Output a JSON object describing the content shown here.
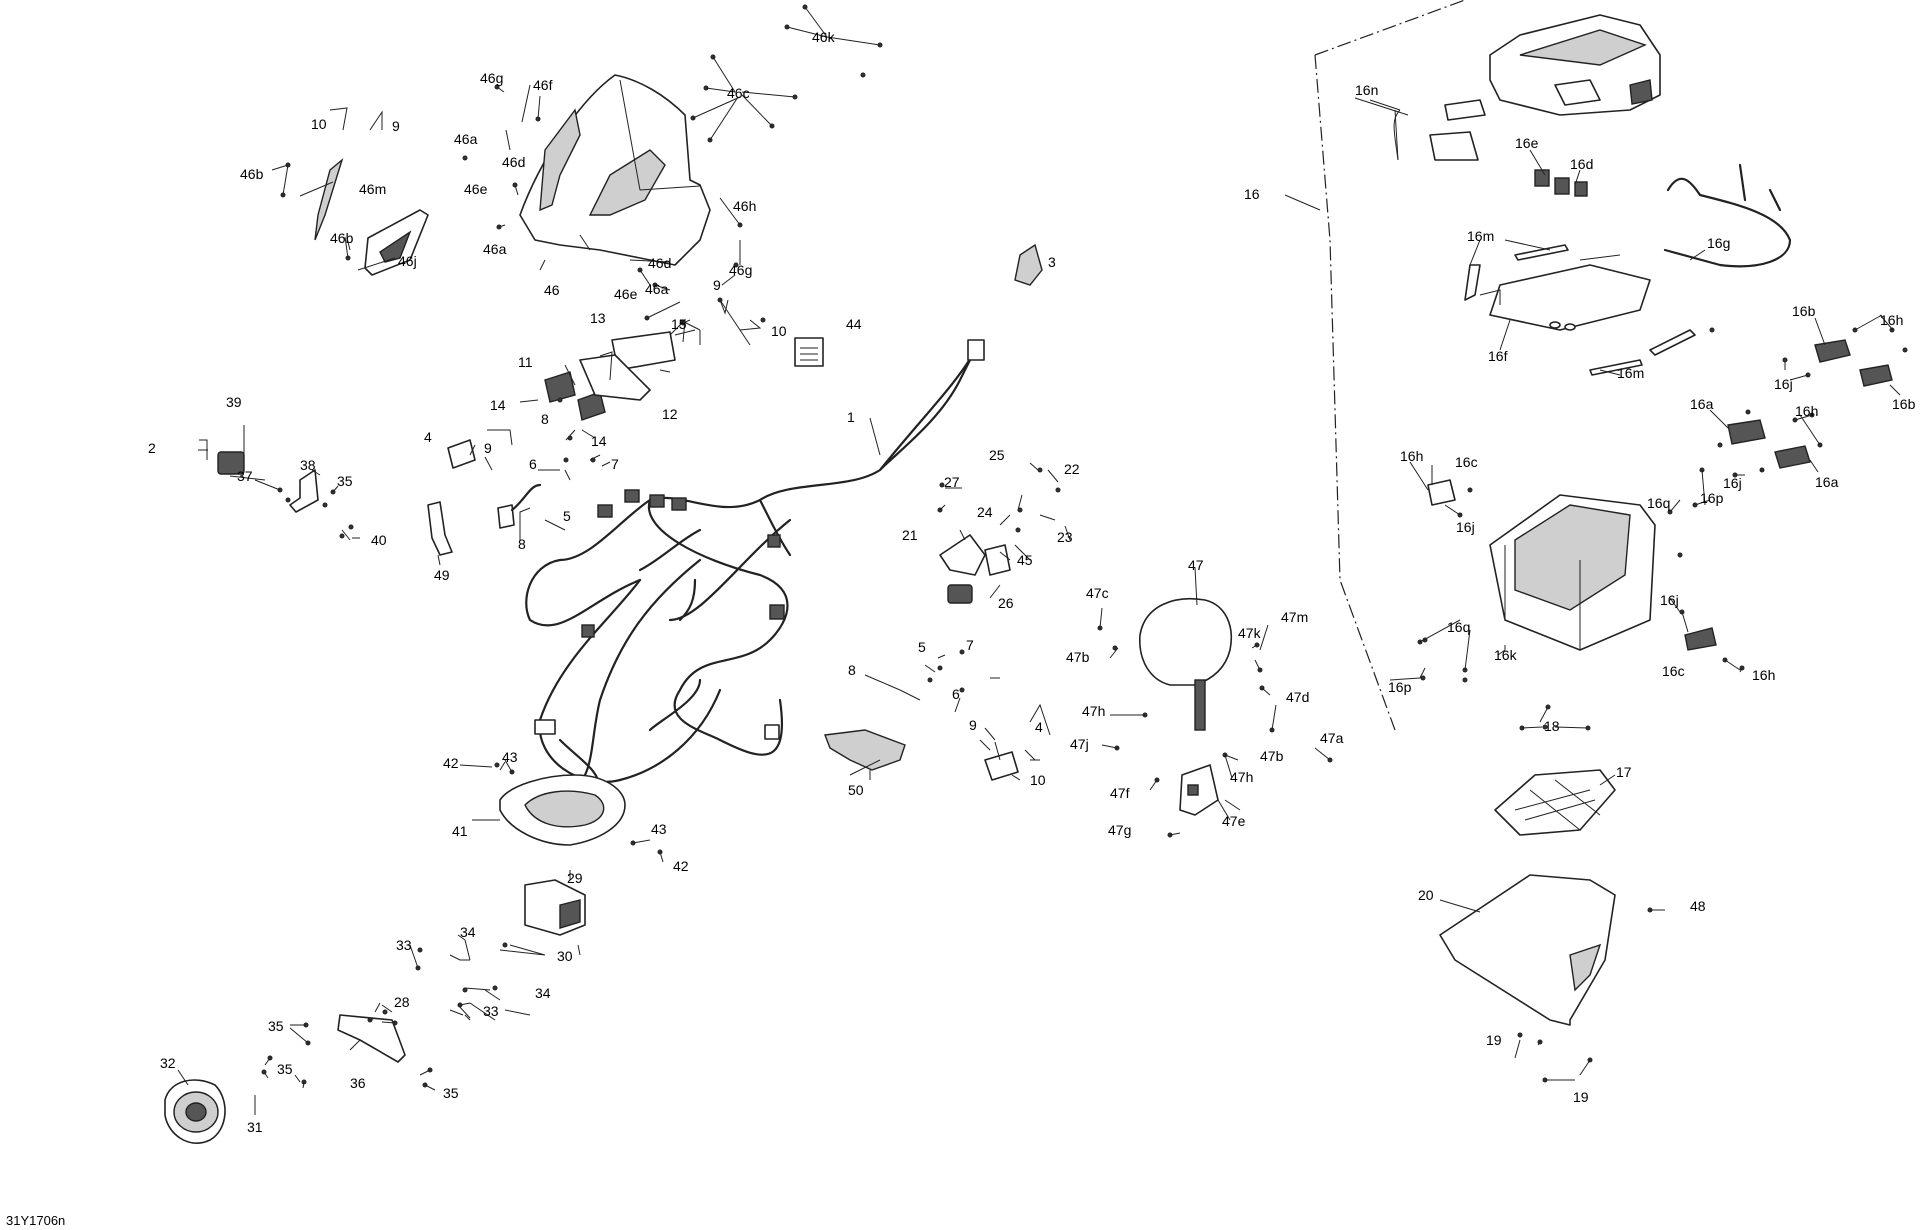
{
  "diagram": {
    "drawing_code": "31Y1706n",
    "callouts": {
      "c1": "1",
      "c2": "2",
      "c3": "3",
      "c4a": "4",
      "c4b": "4",
      "c5a": "5",
      "c5b": "5",
      "c6a": "6",
      "c6b": "6",
      "c7a": "7",
      "c7b": "7",
      "c8a": "8",
      "c8b": "8",
      "c8c": "8",
      "c9a": "9",
      "c9b": "9",
      "c9c": "9",
      "c9d": "9",
      "c10a": "10",
      "c10b": "10",
      "c10c": "10",
      "c11": "11",
      "c12": "12",
      "c13": "13",
      "c14a": "14",
      "c14b": "14",
      "c15": "15",
      "c16": "16",
      "c16a1": "16a",
      "c16a2": "16a",
      "c16b1": "16b",
      "c16b2": "16b",
      "c16c1": "16c",
      "c16c2": "16c",
      "c16d": "16d",
      "c16e": "16e",
      "c16f": "16f",
      "c16g": "16g",
      "c16h1": "16h",
      "c16h2": "16h",
      "c16h3": "16h",
      "c16h4": "16h",
      "c16j1": "16j",
      "c16j2": "16j",
      "c16j3": "16j",
      "c16j4": "16j",
      "c16k": "16k",
      "c16m1": "16m",
      "c16m2": "16m",
      "c16n": "16n",
      "c16p1": "16p",
      "c16p2": "16p",
      "c16q1": "16q",
      "c16q2": "16q",
      "c17": "17",
      "c18": "18",
      "c19a": "19",
      "c19b": "19",
      "c20": "20",
      "c21": "21",
      "c22": "22",
      "c23": "23",
      "c24": "24",
      "c25": "25",
      "c26": "26",
      "c27": "27",
      "c28": "28",
      "c29": "29",
      "c30": "30",
      "c31": "31",
      "c32": "32",
      "c33a": "33",
      "c33b": "33",
      "c34a": "34",
      "c34b": "34",
      "c35a": "35",
      "c35b": "35",
      "c35c": "35",
      "c35d": "35",
      "c36": "36",
      "c37": "37",
      "c38": "38",
      "c39": "39",
      "c40": "40",
      "c41": "41",
      "c42a": "42",
      "c42b": "42",
      "c43a": "43",
      "c43b": "43",
      "c44": "44",
      "c45": "45",
      "c46": "46",
      "c46a1": "46a",
      "c46a2": "46a",
      "c46a3": "46a",
      "c46b1": "46b",
      "c46b2": "46b",
      "c46c": "46c",
      "c46d1": "46d",
      "c46d2": "46d",
      "c46e1": "46e",
      "c46e2": "46e",
      "c46f": "46f",
      "c46g1": "46g",
      "c46g2": "46g",
      "c46h": "46h",
      "c46j": "46j",
      "c46k": "46k",
      "c46m": "46m",
      "c47": "47",
      "c47a": "47a",
      "c47b1": "47b",
      "c47b2": "47b",
      "c47c": "47c",
      "c47d": "47d",
      "c47e": "47e",
      "c47f": "47f",
      "c47g": "47g",
      "c47h1": "47h",
      "c47h2": "47h",
      "c47j": "47j",
      "c47k": "47k",
      "c47m": "47m",
      "c48": "48",
      "c49": "49",
      "c50": "50"
    }
  }
}
